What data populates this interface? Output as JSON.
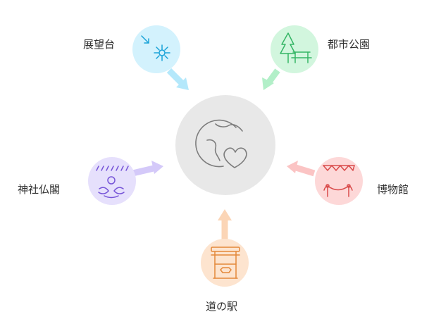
{
  "center": {
    "icon": "globe-heart-icon"
  },
  "items": [
    {
      "key": "observation-deck",
      "label": "展望台",
      "icon": "observation-deck-icon"
    },
    {
      "key": "city-park",
      "label": "都市公園",
      "icon": "park-tree-bench-icon"
    },
    {
      "key": "shrine-temple",
      "label": "神社仏閣",
      "icon": "meditation-icon"
    },
    {
      "key": "museum",
      "label": "博物館",
      "icon": "bunting-icon"
    },
    {
      "key": "roadside-station",
      "label": "道の駅",
      "icon": "market-stall-icon"
    }
  ],
  "colors": {
    "center_fill": "#e8e8e8",
    "center_stroke": "#7d7d7d",
    "observation_deck_fill": "#d3f2fd",
    "observation_deck_stroke": "#1aa3d8",
    "observation_deck_arrow": "#b4e8fb",
    "city_park_fill": "#d2f6de",
    "city_park_stroke": "#34b565",
    "city_park_arrow": "#b2efc8",
    "shrine_temple_fill": "#e6e0fc",
    "shrine_temple_stroke": "#7654d8",
    "shrine_temple_arrow": "#d4c9f9",
    "museum_fill": "#fdd8d8",
    "museum_stroke": "#d94a4a",
    "museum_arrow": "#fbc4c4",
    "roadside_station_fill": "#fde4cf",
    "roadside_station_stroke": "#e3883a",
    "roadside_station_arrow": "#fbd5b6"
  }
}
